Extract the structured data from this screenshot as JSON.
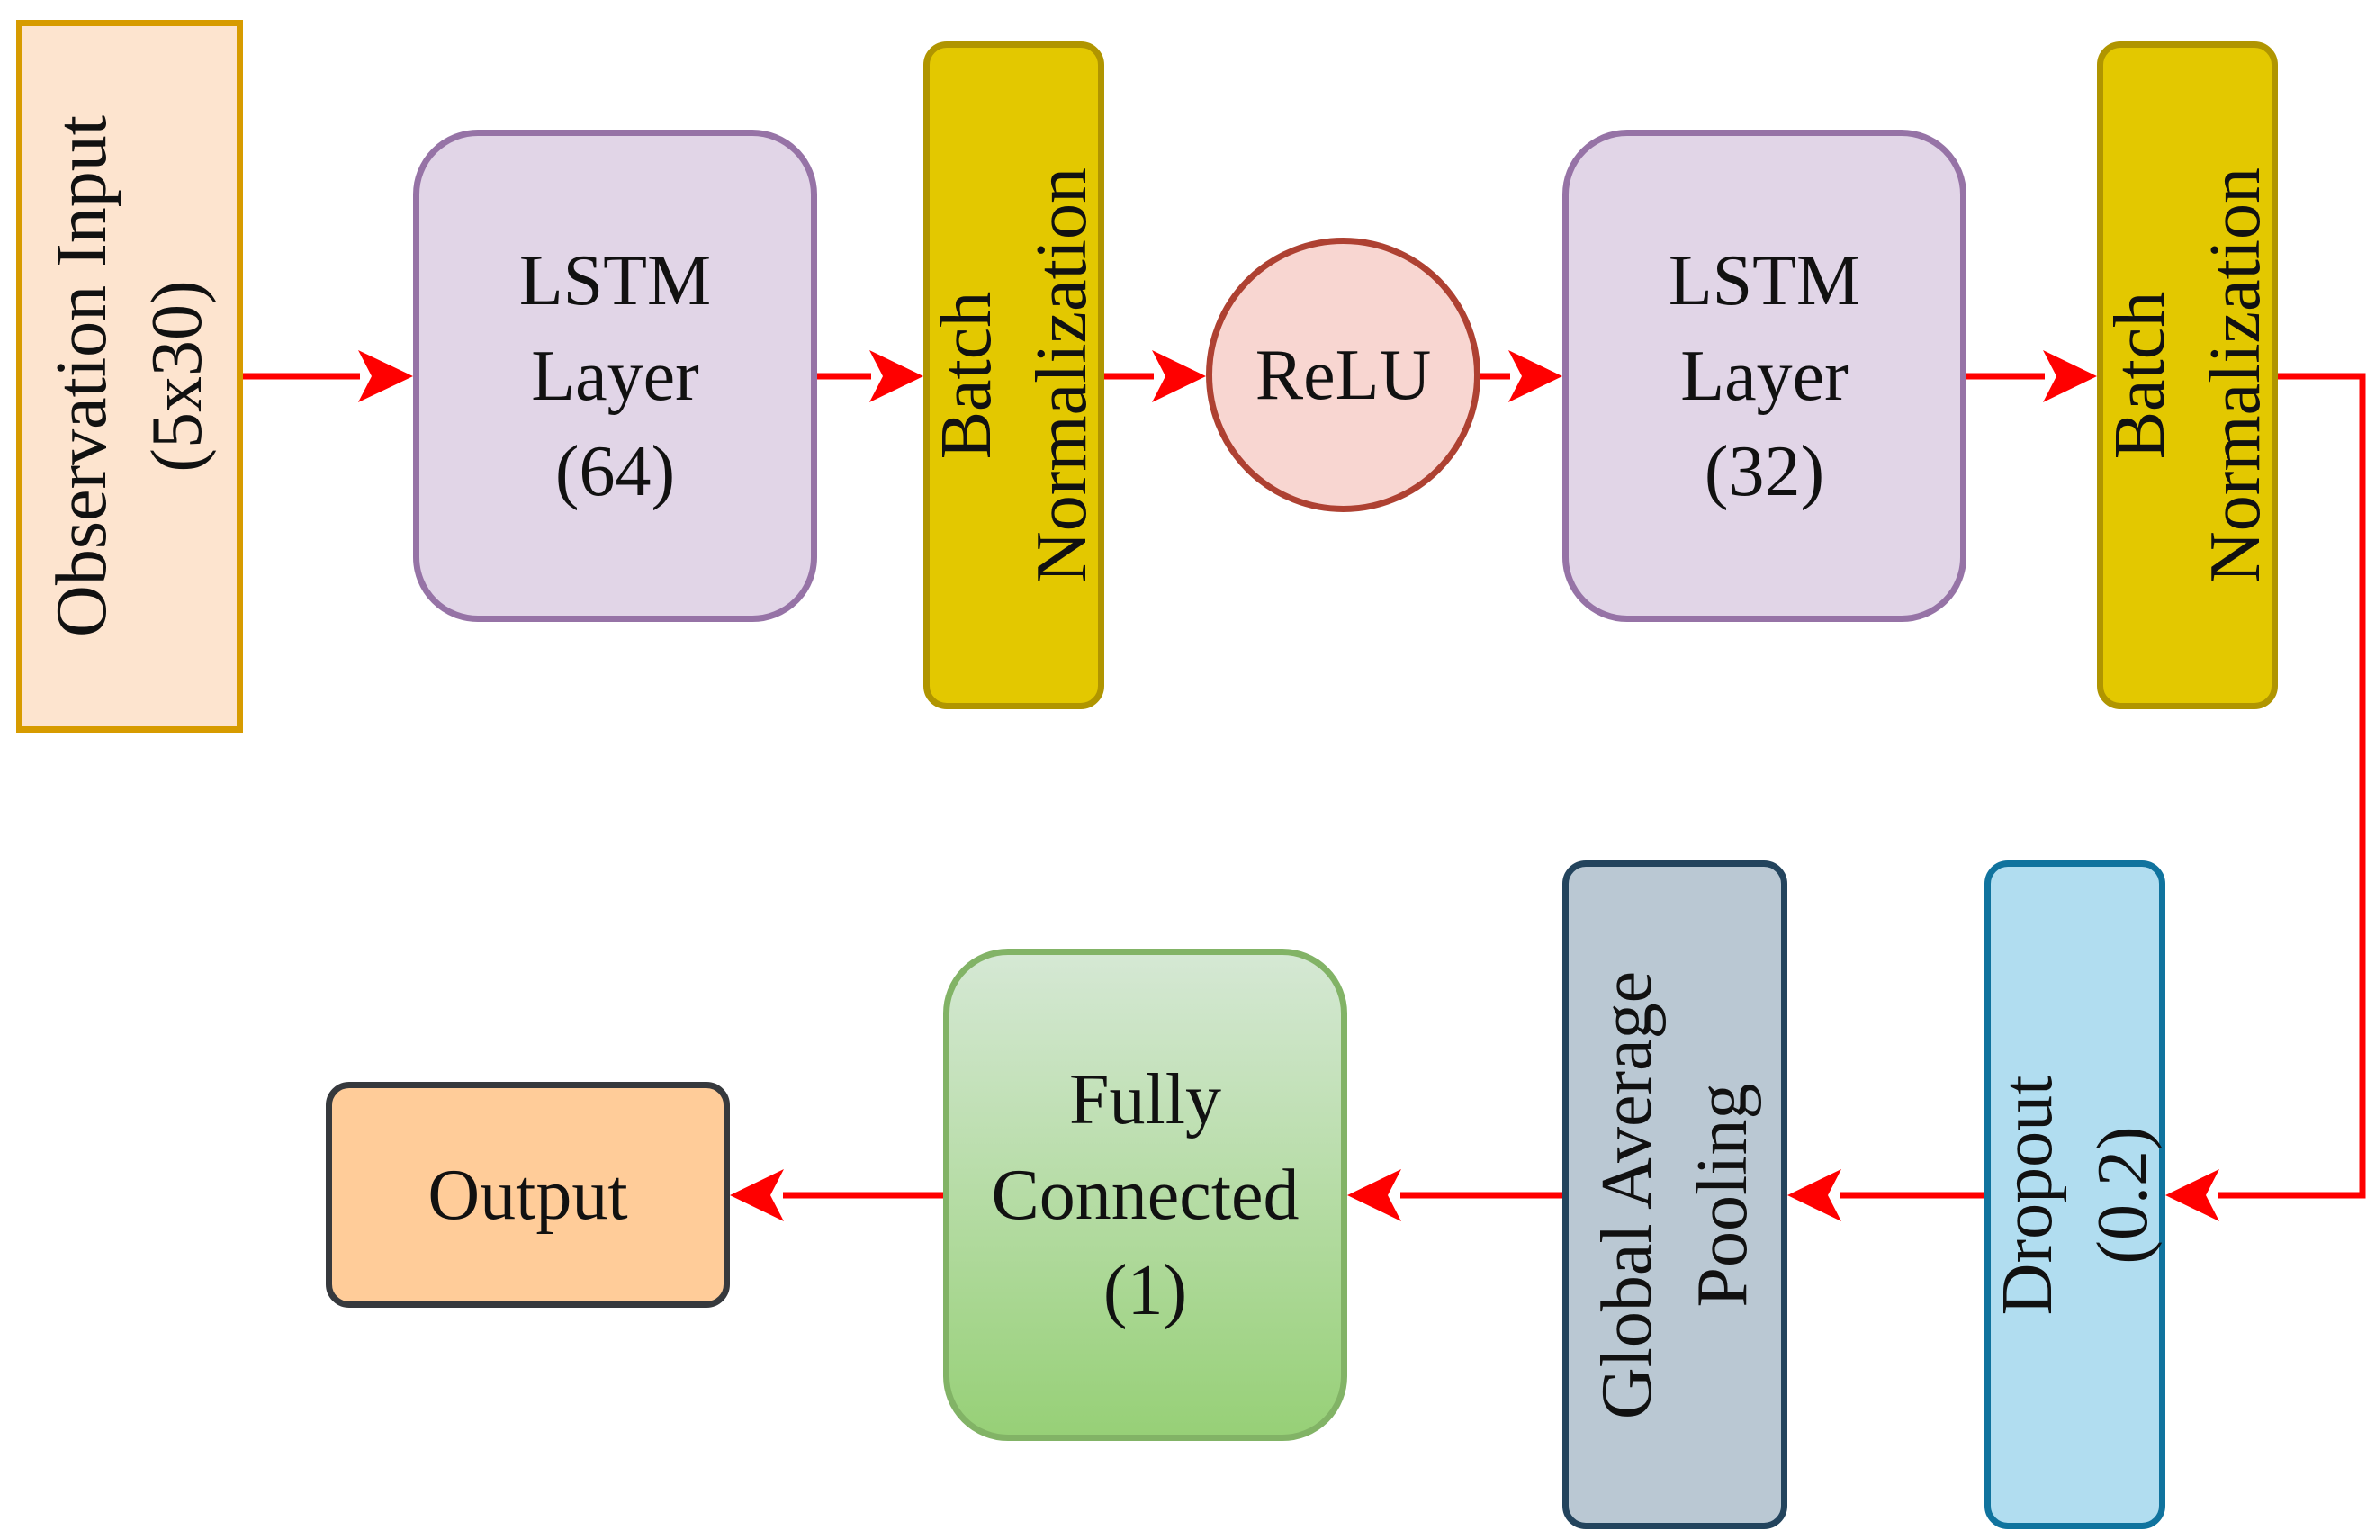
{
  "colors": {
    "arrow": "#ff0000",
    "input_fill": "#fde4cf",
    "input_border": "#d79b00",
    "lstm_fill": "#e1d5e7",
    "lstm_border": "#9673a6",
    "bn_fill": "#e3c800",
    "bn_border": "#b09500",
    "relu_fill": "#f8d6d1",
    "relu_border": "#ae4132",
    "dropout_fill": "#b1ddf0",
    "dropout_border": "#10739e",
    "gap_fill": "#bac8d3",
    "gap_border": "#23445d",
    "fc_fill_top": "#d5e8d4",
    "fc_fill_bottom": "#97d077",
    "fc_border": "#82b366",
    "output_fill": "#ffcc99",
    "output_border": "#36393d"
  },
  "nodes": {
    "observation_input": {
      "line1": "Observation Input",
      "line2": "(5x30)"
    },
    "lstm_1": {
      "line1": "LSTM",
      "line2": "Layer",
      "line3": "(64)"
    },
    "batch_norm_1": {
      "line1": "Batch",
      "line2": "Normalization"
    },
    "relu": {
      "label": "ReLU"
    },
    "lstm_2": {
      "line1": "LSTM",
      "line2": "Layer",
      "line3": "(32)"
    },
    "batch_norm_2": {
      "line1": "Batch",
      "line2": "Normalization"
    },
    "dropout": {
      "line1": "Dropout",
      "line2": "(0.2)"
    },
    "global_avg_pool": {
      "line1": "Global Average",
      "line2": "Pooling"
    },
    "fully_connected": {
      "line1": "Fully",
      "line2": "Connected",
      "line3": "(1)"
    },
    "output": {
      "label": "Output"
    }
  },
  "edges": [
    [
      "observation_input",
      "lstm_1"
    ],
    [
      "lstm_1",
      "batch_norm_1"
    ],
    [
      "batch_norm_1",
      "relu"
    ],
    [
      "relu",
      "lstm_2"
    ],
    [
      "lstm_2",
      "batch_norm_2"
    ],
    [
      "batch_norm_2",
      "dropout"
    ],
    [
      "dropout",
      "global_avg_pool"
    ],
    [
      "global_avg_pool",
      "fully_connected"
    ],
    [
      "fully_connected",
      "output"
    ]
  ]
}
